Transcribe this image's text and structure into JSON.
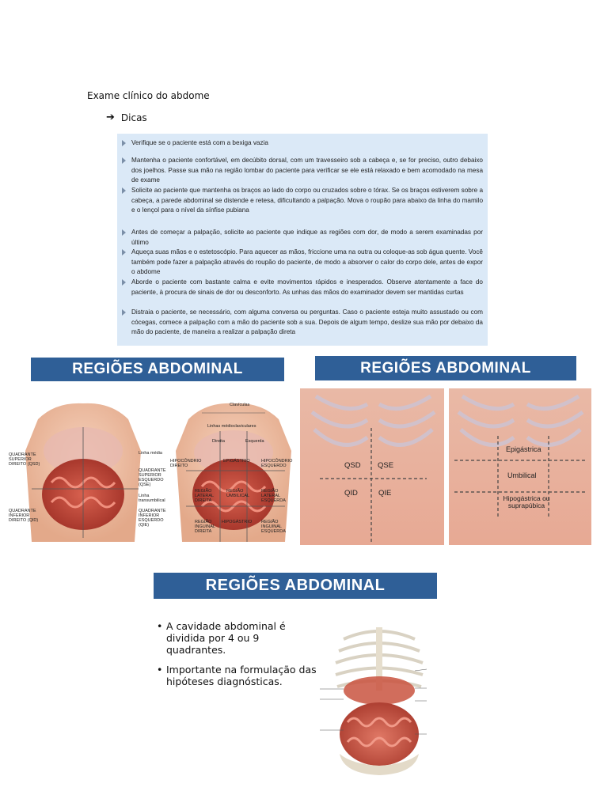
{
  "document": {
    "title": "Exame clínico do abdome",
    "arrow_glyph": "➔",
    "subtitle": "Dicas"
  },
  "tips": [
    "Verifique se o paciente está com a bexiga vazia",
    "Mantenha o paciente confortável, em decúbito dorsal, com um travesseiro sob a cabeça e, se for preciso, outro debaixo dos joelhos. Passe sua mão na região lombar do paciente para verificar se ele está relaxado e bem acomodado na mesa de exame",
    "Solicite ao paciente que mantenha os braços ao lado do corpo ou cruzados sobre o tórax. Se os braços estiverem sobre a cabeça, a parede abdominal se distende e retesa, dificultando a palpação. Mova o roupão para abaixo da linha do mamilo e o lençol para o nível da sínfise pubiana",
    "Antes de começar a palpação, solicite ao paciente que indique as regiões com dor, de modo a serem examinadas por último",
    "Aqueça suas mãos e o estetoscópio. Para aquecer as mãos, friccione uma na outra ou coloque-as sob água quente. Você também pode fazer a palpação através do roupão do paciente, de modo a absorver o calor do corpo dele, antes de expor o abdome",
    "Aborde o paciente com bastante calma e evite movimentos rápidos e inesperados. Observe atentamente a face do paciente, à procura de sinais de dor ou desconforto. As unhas das mãos do examinador devem ser mantidas curtas",
    "Distraia o paciente, se necessário, com alguma conversa ou perguntas. Caso o paciente esteja muito assustado ou com cócegas, comece a palpação com a mão do paciente sob a sua. Depois de algum tempo, deslize sua mão por debaixo da mão do paciente, de maneira a realizar a palpação direta"
  ],
  "slide1": {
    "banner": "REGIÕES ABDOMINAL",
    "left_labels": {
      "qsd": "QUADRANTE SUPERIOR DIREITO (QSD)",
      "qid": "QUADRANTE INFERIOR DIREITO (QID)",
      "linha_media": "Linha média",
      "qse": "QUADRANTE SUPERIOR ESQUERDO (QSE)",
      "linha_trans": "Linha transumbilical",
      "qie": "QUADRANTE INFERIOR ESQUERDO (QIE)"
    },
    "right_labels": {
      "claviculas": "Clavículas",
      "linhas_medio": "Linhas médioclaviculares",
      "direita": "Direita",
      "esquerda": "Esquerda",
      "hipo_dir": "HIPOCÔNDRIO DIREITO",
      "epigastrio": "EPIGÁSTRIO",
      "hipo_esq": "HIPOCÔNDRIO ESQUERDO",
      "lat_dir": "REGIÃO LATERAL DIREITA",
      "umbilical": "REGIÃO UMBILICAL",
      "lat_esq": "REGIÃO LATERAL ESQUERDA",
      "ing_dir": "REGIÃO INGUINAL DIREITA",
      "hipogastrio": "HIPOGÁSTRIO",
      "ing_esq": "REGIÃO INGUINAL ESQUERDA"
    }
  },
  "slide2": {
    "banner": "REGIÕES ABDOMINAL",
    "quadrants": {
      "qsd": "QSD",
      "qse": "QSE",
      "qid": "QID",
      "qie": "QIE"
    },
    "regions": {
      "epigastrica": "Epigástrica",
      "umbilical": "Umbilical",
      "hipogastrica": "Hipogástrica ou suprapúbica"
    }
  },
  "slide3": {
    "banner": "REGIÕES ABDOMINAL",
    "bullets": [
      "A cavidade abdominal é dividida por 4 ou 9 quadrantes.",
      "Importante na formulação das hipóteses diagnósticas."
    ]
  }
}
